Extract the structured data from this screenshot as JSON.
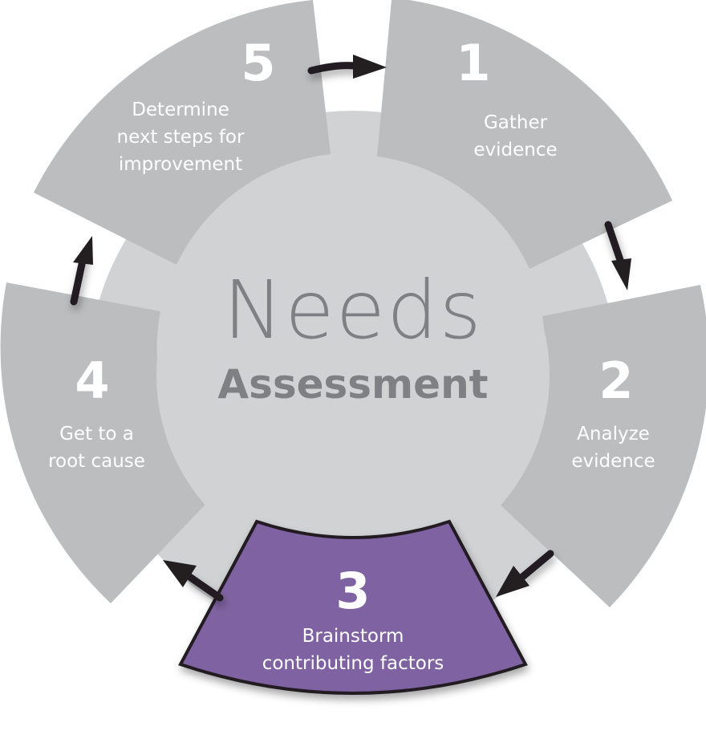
{
  "title": {
    "line1": "Needs",
    "line2": "Assessment"
  },
  "colors": {
    "segment": "#bcbdbf",
    "inner_ring": "#d1d2d4",
    "highlight": "#7f62a1",
    "text_center": "#7f8083",
    "arrow": "#231f20"
  },
  "steps": [
    {
      "number": "1",
      "line1": "Gather",
      "line2": "evidence",
      "highlighted": false
    },
    {
      "number": "2",
      "line1": "Analyze",
      "line2": "evidence",
      "highlighted": false
    },
    {
      "number": "3",
      "line1": "Brainstorm",
      "line2": "contributing factors",
      "highlighted": true
    },
    {
      "number": "4",
      "line1": "Get to a",
      "line2": "root cause",
      "highlighted": false
    },
    {
      "number": "5",
      "line1": "Determine",
      "line2": "next steps for",
      "line3": "improvement",
      "highlighted": false
    }
  ]
}
